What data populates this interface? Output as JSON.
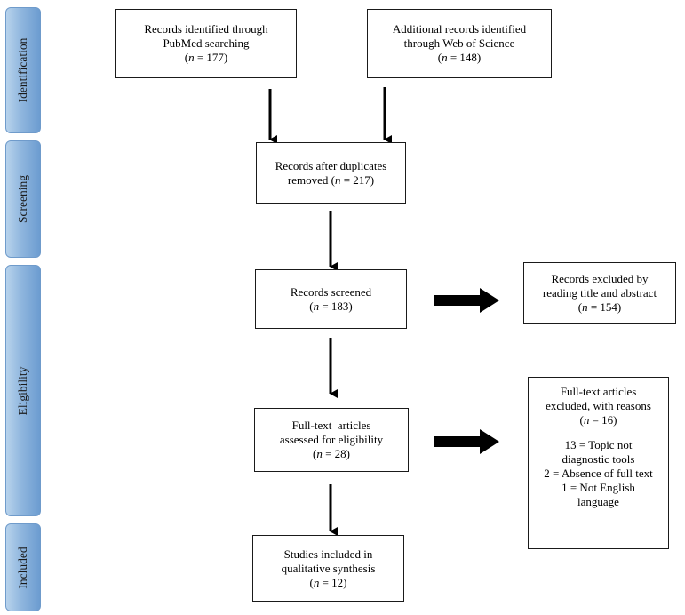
{
  "stages": [
    {
      "id": "identification",
      "label": "Identification"
    },
    {
      "id": "screening",
      "label": "Screening"
    },
    {
      "id": "eligibility",
      "label": "Eligibility"
    },
    {
      "id": "included",
      "label": "Included"
    }
  ],
  "boxes": {
    "pubmed": {
      "lines": [
        "Records identified through",
        "PubMed searching"
      ],
      "n": "177"
    },
    "wos": {
      "lines": [
        "Additional records identified",
        "through Web of Science"
      ],
      "n": "148"
    },
    "duplicates": {
      "line1": "Records after duplicates",
      "line2_prefix": "removed (",
      "n": "217"
    },
    "screened": {
      "lines": [
        "Records screened"
      ],
      "n": "183"
    },
    "excluded_abstract": {
      "lines": [
        "Records excluded by",
        "reading title and abstract"
      ],
      "n": "154"
    },
    "fulltext": {
      "lines": [
        "Full-text  articles",
        "assessed for eligibility"
      ],
      "n": "28"
    },
    "excluded_fulltext": {
      "lines": [
        "Full-text articles",
        "excluded, with reasons"
      ],
      "n": "16",
      "reasons": [
        "13 = Topic not",
        "diagnostic tools",
        "2 = Absence of full text",
        "1 = Not English",
        "language"
      ]
    },
    "included": {
      "lines": [
        "Studies included in",
        "qualitative synthesis"
      ],
      "n": "12"
    }
  },
  "n_symbol": "n",
  "n_equals": " = "
}
